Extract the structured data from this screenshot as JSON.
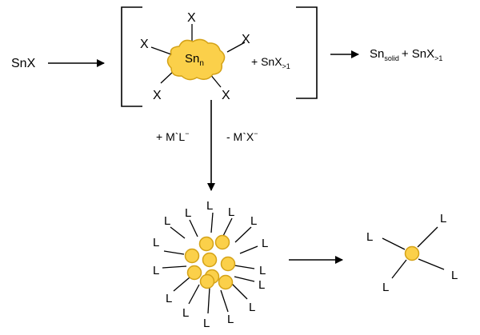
{
  "reaction": {
    "reactant": "SnX",
    "ligand_x": "X",
    "cluster_main": "Sn",
    "cluster_sub": "n",
    "byproduct_main": "+ SnX",
    "byproduct_sub": ">1",
    "product_main": "Sn",
    "product_sub": "solid",
    "product_tail": "+ SnX",
    "product_tail_sub": ">1",
    "reagent_add": "+ M`L",
    "reagent_add_sup": "−",
    "reagent_remove": "- M`X",
    "reagent_remove_sup": "−",
    "ligand_l": "L"
  },
  "colors": {
    "nanoparticle_fill": "#fbd04a",
    "nanoparticle_stroke": "#d4a217",
    "arrow": "#000000"
  }
}
